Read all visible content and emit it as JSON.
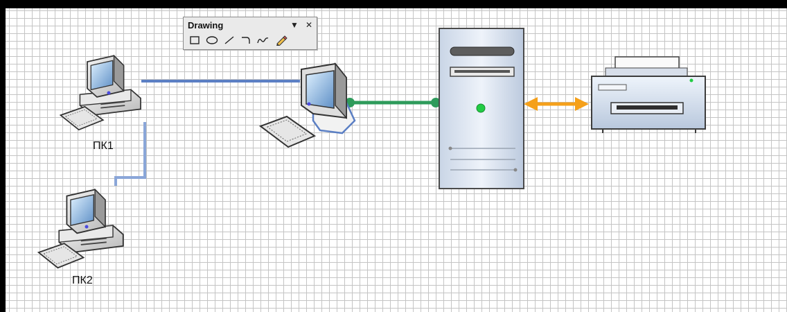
{
  "toolbar": {
    "title": "Drawing",
    "menu_glyph": "▼",
    "close_glyph": "✕",
    "tools": [
      "rectangle-icon",
      "ellipse-icon",
      "line-icon",
      "arc-icon",
      "freeform-icon",
      "pencil-icon"
    ]
  },
  "diagram": {
    "pc1_label": "ПК1",
    "pc2_label": "ПК2"
  },
  "colors": {
    "network_line": "#5b7fc4",
    "server_link": "#2e9b5b",
    "printer_link": "#f5a01a",
    "grid": "#c4c4c4"
  }
}
